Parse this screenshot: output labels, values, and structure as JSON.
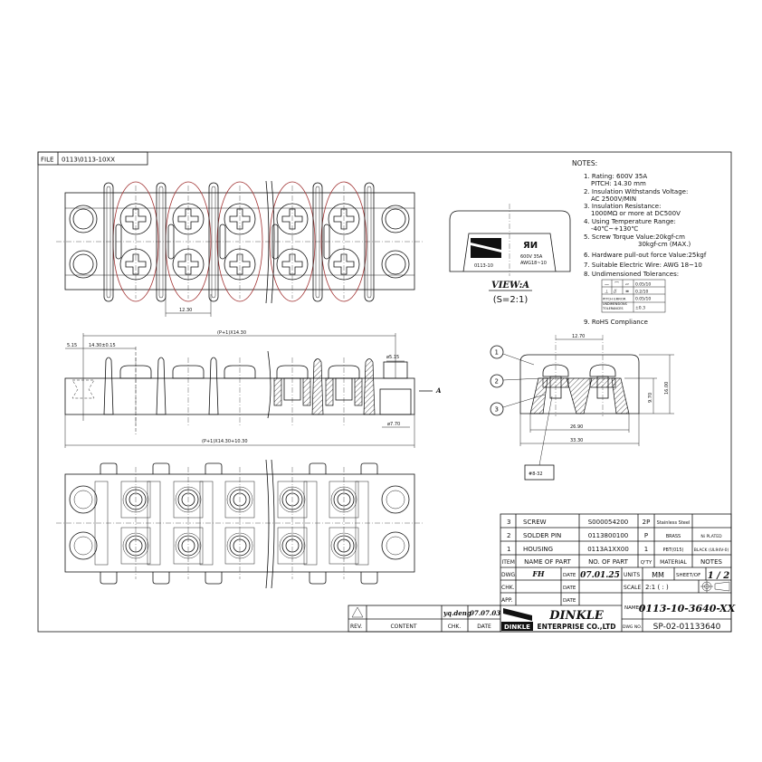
{
  "file_label": "FILE",
  "file_value": "0113\\0113-10XX",
  "notes": {
    "title": "NOTES:",
    "lines": [
      "1. Rating: 600V  35A",
      "PITCH:  14.30 mm",
      "2. Insulation Withstands Voltage:",
      "AC 2500V/MIN",
      "3. Insulation Resistance:",
      "1000MΩ or more at DC500V",
      "4. Using Temperature Range:",
      "-40℃~+130℃",
      "5. Screw Torque Value:20kgf-cm",
      "30kgf-cm (MAX.)",
      "6. Hardware pull-out force Value:25kgf",
      "7. Suitable Electric Wire: AWG 18~10",
      "8. Undimensioned Tolerances:",
      "9. RoHS Compliance"
    ],
    "tolerance_table": [
      [
        "—",
        "⌒",
        "▱",
        "0.05/10"
      ],
      [
        "⊥",
        "//",
        "≡",
        "0.2/10"
      ],
      [
        "PITCH ERROR",
        "0.05/10"
      ],
      [
        "UNDIMENSIONS TOLERANCES",
        "±0.3"
      ]
    ]
  },
  "view_a": {
    "part_no": "0113-10",
    "ul_mark": "ЯИ",
    "rating": "600V  35A",
    "wire": "AWG18~10",
    "title": "VIEW:A",
    "scale": "(S=2:1)"
  },
  "dimensions": {
    "top_gap": "12.30",
    "pitch_total": "(P+1)X14.30",
    "end_offset": "5.15",
    "pitch": "14.30±0.15",
    "hole_small": "ø5.15",
    "hole_large": "ø7.70",
    "overall": "(P+1)X14.30+10.30",
    "view_arrow": "A",
    "section_pitch": "12.70",
    "height": "16.00",
    "inner_height": "9.70",
    "inner_width": "26.90",
    "outer_width": "33.30",
    "screw_thread": "#8-32",
    "balloons": [
      "1",
      "2",
      "3"
    ]
  },
  "parts_table": {
    "rows": [
      {
        "item": "3",
        "name": "SCREW",
        "part_no": "S000054200",
        "qty": "2P",
        "material": "Stainless Steel",
        "notes": ""
      },
      {
        "item": "2",
        "name": "SOLDER PIN",
        "part_no": "0113800100",
        "qty": "P",
        "material": "BRASS",
        "notes": "Ni PLATED"
      },
      {
        "item": "1",
        "name": "HOUSING",
        "part_no": "0113A1XX00",
        "qty": "1",
        "material": "PBT(015)",
        "notes": "BLACK (UL94V-0)"
      }
    ],
    "header": {
      "item": "ITEM",
      "name": "NAME OF PART",
      "part_no": "NO. OF PART",
      "qty": "Q'TY",
      "material": "MATERIAL",
      "notes": "NOTES"
    }
  },
  "title_block": {
    "dwg_label": "DWG.",
    "dwg_value": "FH",
    "chk_label": "CHK.",
    "app_label": "APP.",
    "date_label": "DATE",
    "dwg_date": "07.01.25",
    "units_label": "UNITS",
    "units_value": "MM",
    "sheet_label": "SHEET/OF",
    "sheet_value": "1 / 2",
    "scale_label": "SCALE",
    "scale_value": "2:1 (   :   )",
    "name_label": "NAME",
    "name_value": "0113-10-3640-XX",
    "dwgno_label": "DWG NO.",
    "dwgno_value": "SP-02-01133640",
    "company": "DINKLE",
    "company_sub": "ENTERPRISE CO.,LTD",
    "logo_text": "DINKLE"
  },
  "revision_block": {
    "rev_label": "REV.",
    "content_label": "CONTENT",
    "chk_label": "CHK.",
    "date_label": "DATE",
    "chk_value": "yq.deng",
    "date_value": "07.07.03"
  },
  "colors": {
    "line": "#111111",
    "markup": "#a03030",
    "background": "#ffffff"
  }
}
